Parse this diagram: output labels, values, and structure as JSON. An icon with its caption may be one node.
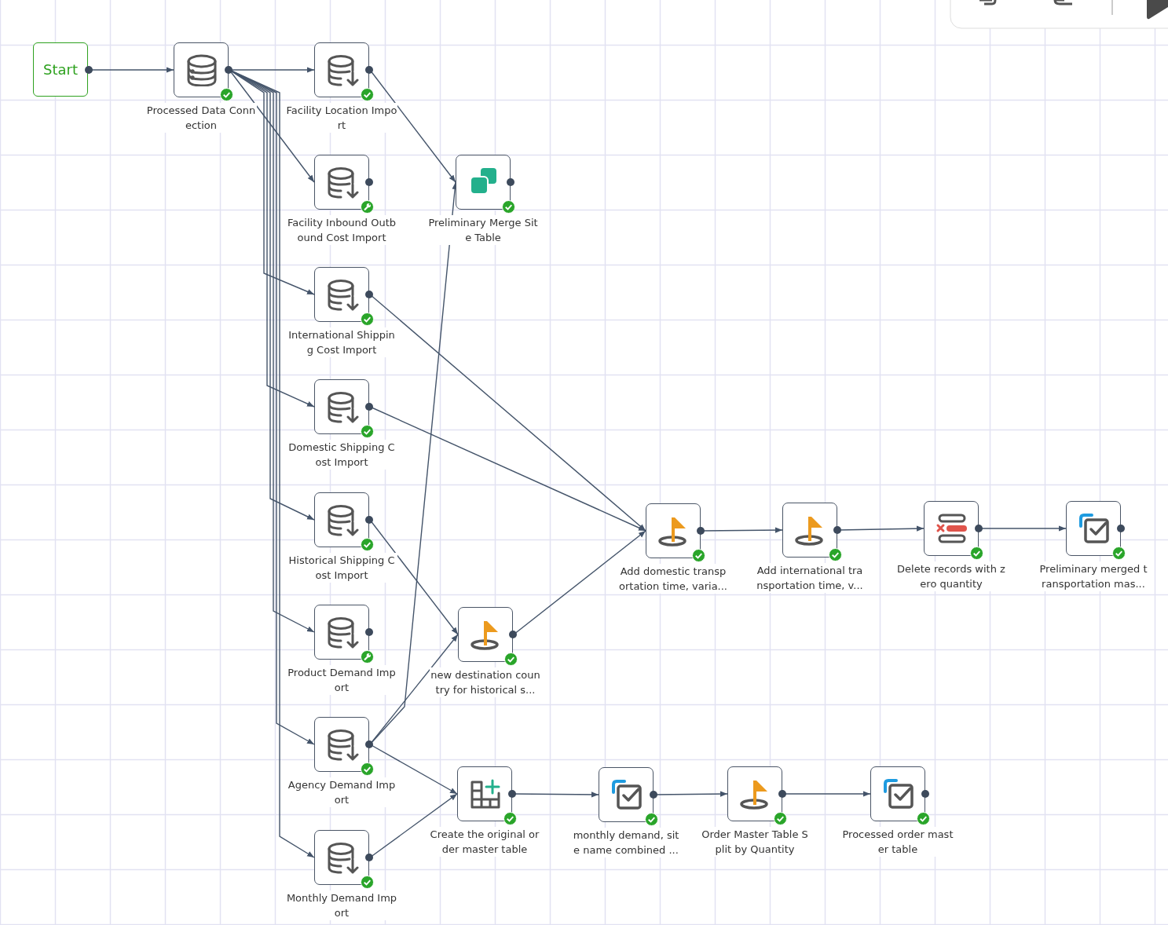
{
  "diagram": {
    "nodes": [
      {
        "text": [
          "Start"
        ]
      },
      {
        "text": [
          "Processed Data Connection"
        ]
      },
      {
        "text": [
          "Facility Location Import"
        ]
      },
      {
        "text": [
          "Facility Inbound Outbound Cost Import"
        ]
      },
      {
        "text": [
          "International Shipping Cost Import"
        ]
      },
      {
        "text": [
          "Domestic Shipping Cost Import"
        ]
      },
      {
        "text": [
          "Historical Shipping Cost Import"
        ]
      },
      {
        "text": [
          "Product Demand Import"
        ]
      },
      {
        "text": [
          "Agency Demand Import"
        ]
      },
      {
        "text": [
          "Monthly Demand Import"
        ]
      },
      {
        "text": [
          "Preliminary Merge Site Table"
        ]
      },
      {
        "text": [
          "new destination country for historical s..."
        ]
      },
      {
        "text": [
          "Add domestic transportation time, varia..."
        ]
      },
      {
        "text": [
          "Add international transportation time, v..."
        ]
      },
      {
        "text": [
          "Delete records with zero quantity"
        ]
      },
      {
        "text": [
          "Preliminary merged transportation mas..."
        ]
      },
      {
        "text": [
          "Create the original order master table"
        ]
      },
      {
        "text": [
          "monthly demand, site name combined ..."
        ]
      },
      {
        "text": [
          "Order Master Table Split by Quantity"
        ]
      },
      {
        "text": [
          "Processed order master table"
        ]
      }
    ],
    "edges": [
      {
        "from": 0,
        "to": 1,
        "arrow": "to"
      },
      {
        "from": 1,
        "to": 2,
        "arrow": "to"
      },
      {
        "from": 1,
        "to": 3,
        "arrow": "to"
      },
      {
        "from": 1,
        "to": 4,
        "arrow": "to"
      },
      {
        "from": 1,
        "to": 5,
        "arrow": "to"
      },
      {
        "from": 1,
        "to": 6,
        "arrow": "to"
      },
      {
        "from": 1,
        "to": 7,
        "arrow": "to"
      },
      {
        "from": 1,
        "to": 8,
        "arrow": "to"
      },
      {
        "from": 1,
        "to": 9,
        "arrow": "to"
      },
      {
        "from": 2,
        "to": 10,
        "arrow": "to"
      },
      {
        "from": 8,
        "to": 10,
        "arrow": "to"
      },
      {
        "from": 4,
        "to": 12,
        "arrow": "to"
      },
      {
        "from": 5,
        "to": 12,
        "arrow": "to"
      },
      {
        "from": 6,
        "to": 11,
        "arrow": "to"
      },
      {
        "from": 8,
        "to": 11,
        "arrow": "to"
      },
      {
        "from": 11,
        "to": 12,
        "arrow": "to"
      },
      {
        "from": 12,
        "to": 13,
        "arrow": "to"
      },
      {
        "from": 13,
        "to": 14,
        "arrow": "to"
      },
      {
        "from": 14,
        "to": 15,
        "arrow": "to"
      },
      {
        "from": 8,
        "to": 16,
        "arrow": "to"
      },
      {
        "from": 9,
        "to": 16,
        "arrow": "to"
      },
      {
        "from": 16,
        "to": 17,
        "arrow": "to"
      },
      {
        "from": 17,
        "to": 18,
        "arrow": "to"
      },
      {
        "from": 18,
        "to": 19,
        "arrow": "to"
      }
    ]
  }
}
